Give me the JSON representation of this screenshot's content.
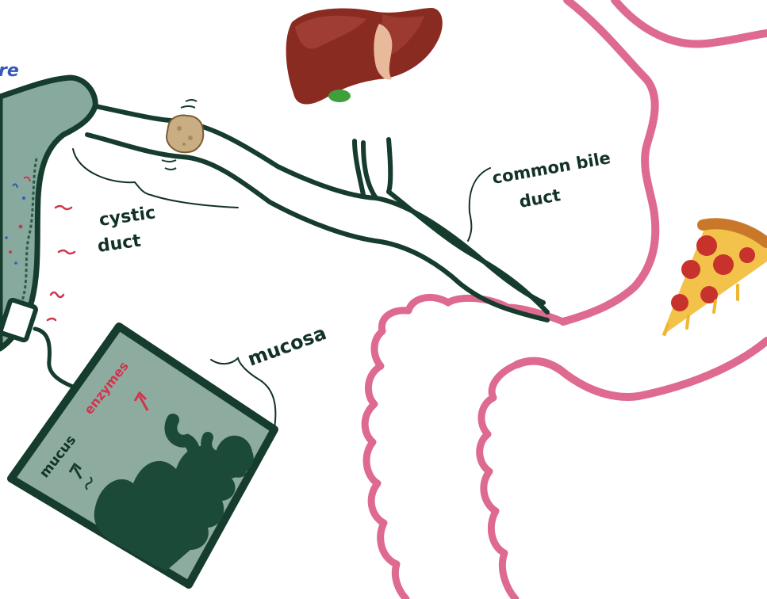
{
  "labels": {
    "cut_word": "re",
    "cystic_duct_line1": "cystic",
    "cystic_duct_line2": "duct",
    "common_bile_duct_line1": "common bile",
    "common_bile_duct_line2": "duct",
    "mucosa": "mucosa",
    "enzymes": "enzymes",
    "mucus": "mucus"
  },
  "colors": {
    "duct_outline": "#153c2d",
    "gallbladder_fill": "#88aa9e",
    "mucosa_fill": "#1c4a38",
    "mucosa_box_fill": "#8dab9f",
    "intestine_outline": "#de6a8f",
    "stone": "#c9ae83",
    "liver": "#8a2b22",
    "pizza_crust": "#d4862e",
    "pepperoni": "#c8322c",
    "accent_red": "#d0354e",
    "accent_blue": "#3458b8"
  },
  "icons": {
    "liver": "liver-icon",
    "pizza": "pizza-slice-icon",
    "gallstone": "gallstone-icon"
  }
}
